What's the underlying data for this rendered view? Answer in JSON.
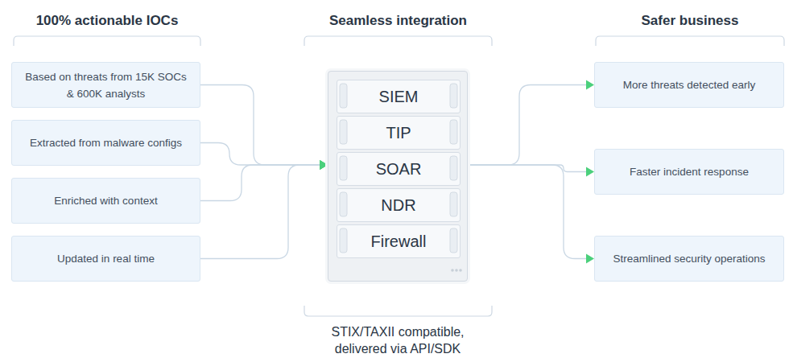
{
  "diagram": {
    "nodes": [
      {
        "text": [
          "Based on threats from 15K SOCs & 600K analysts"
        ]
      },
      {
        "text": [
          "Extracted from malware configs"
        ]
      },
      {
        "text": [
          "Enriched with context"
        ]
      },
      {
        "text": [
          "Updated in real time"
        ]
      },
      {
        "text": []
      },
      {
        "text": [
          "SIEM"
        ],
        "in": 4
      },
      {
        "text": [
          "TIP"
        ],
        "in": 4
      },
      {
        "text": [
          "SOAR"
        ],
        "in": 4
      },
      {
        "text": [
          "NDR"
        ],
        "in": 4
      },
      {
        "text": [
          "Firewall"
        ],
        "in": 4
      },
      {
        "text": [
          "More threats detected early"
        ]
      },
      {
        "text": [
          "Faster incident response"
        ]
      },
      {
        "text": [
          "Streamlined security operations"
        ]
      }
    ],
    "edges": [
      {
        "from": 0,
        "to": 4,
        "arrow": "to"
      },
      {
        "from": 1,
        "to": 4,
        "arrow": "to"
      },
      {
        "from": 2,
        "to": 4,
        "arrow": "to"
      },
      {
        "from": 3,
        "to": 4,
        "arrow": "to"
      },
      {
        "from": 4,
        "to": 10,
        "arrow": "to"
      },
      {
        "from": 4,
        "to": 11,
        "arrow": "to"
      },
      {
        "from": 4,
        "to": 12,
        "arrow": "to"
      }
    ],
    "labels": [
      "100% actionable IOCs",
      "Seamless integration",
      "Safer business",
      "STIX/TAXII compatible, delivered via API/SDK"
    ]
  }
}
